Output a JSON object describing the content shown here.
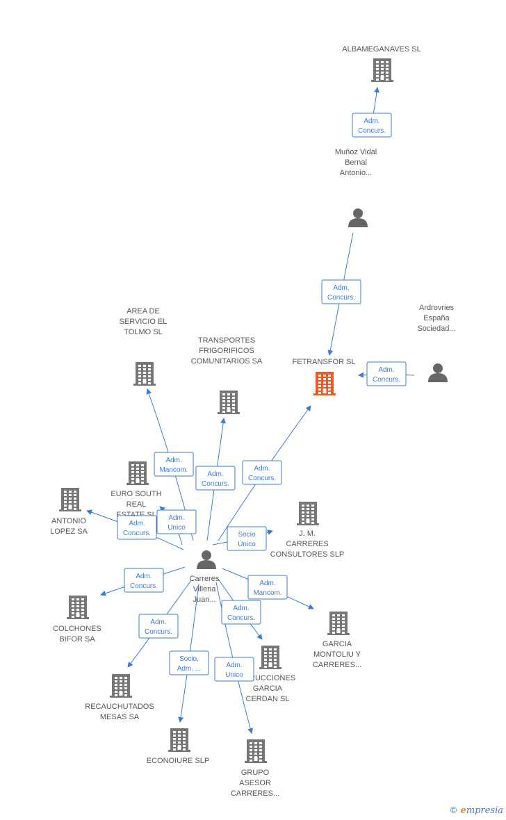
{
  "colors": {
    "edge": "#3a7bd5",
    "company": "#777777",
    "focus_company": "#f05a28",
    "person": "#666666",
    "label": "#555555"
  },
  "nodes": [
    {
      "id": "albameganaves",
      "type": "company",
      "lines": [
        "ALBAMEGANAVES SL"
      ]
    },
    {
      "id": "munoz",
      "type": "person",
      "lines": [
        "Muñoz Vidal",
        "Bernal",
        "Antonio..."
      ]
    },
    {
      "id": "fetransfor",
      "type": "focus_company",
      "lines": [
        "FETRANSFOR SL"
      ]
    },
    {
      "id": "ardrovries",
      "type": "person",
      "lines": [
        "Ardrovries",
        "España",
        "Sociedad..."
      ]
    },
    {
      "id": "area",
      "type": "company",
      "lines": [
        "AREA DE",
        "SERVICIO EL",
        "TOLMO SL"
      ]
    },
    {
      "id": "transportes",
      "type": "company",
      "lines": [
        "TRANSPORTES",
        "FRIGORIFICOS",
        "COMUNITARIOS SA"
      ]
    },
    {
      "id": "eurosouth",
      "type": "company",
      "lines": [
        "EURO SOUTH",
        "REAL",
        "ESTATE SL"
      ]
    },
    {
      "id": "antonio",
      "type": "company",
      "lines": [
        "ANTONIO",
        "LOPEZ SA"
      ]
    },
    {
      "id": "jmcarreres",
      "type": "company",
      "lines": [
        "J. M.",
        "CARRERES",
        "CONSULTORES SLP"
      ]
    },
    {
      "id": "carreres",
      "type": "person",
      "lines": [
        "Carreres",
        "Villena",
        "Juan..."
      ]
    },
    {
      "id": "colchones",
      "type": "company",
      "lines": [
        "COLCHONES",
        "BIFOR SA"
      ]
    },
    {
      "id": "garcia",
      "type": "company",
      "lines": [
        "GARCIA",
        "MONTOLIU Y",
        "CARRERES..."
      ]
    },
    {
      "id": "construcciones",
      "type": "company",
      "lines": [
        "STRUCCIONES",
        "GARCIA",
        "CERDAN SL"
      ]
    },
    {
      "id": "recauchutados",
      "type": "company",
      "lines": [
        "RECAUCHUTADOS",
        "MESAS SA"
      ]
    },
    {
      "id": "econoiure",
      "type": "company",
      "lines": [
        "ECONOIURE SLP"
      ]
    },
    {
      "id": "grupo",
      "type": "company",
      "lines": [
        "GRUPO",
        "ASESOR",
        "CARRERES..."
      ]
    }
  ],
  "edges": [
    {
      "from": "munoz",
      "to": "albameganaves",
      "label": [
        "Adm.",
        "Concurs."
      ]
    },
    {
      "from": "munoz",
      "to": "fetransfor",
      "label": [
        "Adm.",
        "Concurs."
      ]
    },
    {
      "from": "ardrovries",
      "to": "fetransfor",
      "label": [
        "Adm.",
        "Concurs."
      ]
    },
    {
      "from": "carreres",
      "to": "area",
      "label": [
        "Adm.",
        "Mancom."
      ]
    },
    {
      "from": "carreres",
      "to": "transportes",
      "label": [
        "Adm.",
        "Concurs."
      ]
    },
    {
      "from": "carreres",
      "to": "fetransfor",
      "label": [
        "Adm.",
        "Concurs."
      ]
    },
    {
      "from": "carreres",
      "to": "eurosouth",
      "label": [
        "Adm.",
        "Unico"
      ]
    },
    {
      "from": "carreres",
      "to": "antonio",
      "label": [
        "Adm.",
        "Concurs."
      ]
    },
    {
      "from": "carreres",
      "to": "jmcarreres",
      "label": [
        "Socio",
        "Único"
      ]
    },
    {
      "from": "carreres",
      "to": "colchones",
      "label": [
        "Adm.",
        "Concurs."
      ]
    },
    {
      "from": "carreres",
      "to": "garcia",
      "label": [
        "Adm.",
        "Mancom."
      ]
    },
    {
      "from": "carreres",
      "to": "construcciones",
      "label": [
        "Adm.",
        "Concurs."
      ]
    },
    {
      "from": "carreres",
      "to": "recauchutados",
      "label": [
        "Adm.",
        "Concurs."
      ]
    },
    {
      "from": "carreres",
      "to": "econoiure",
      "label": [
        "Socio,",
        "Adm. ..."
      ]
    },
    {
      "from": "carreres",
      "to": "grupo",
      "label": [
        "Adm.",
        "Unico"
      ]
    }
  ],
  "brand": {
    "copyright": "©",
    "name_initial": "e",
    "name_rest": "mpresia"
  }
}
